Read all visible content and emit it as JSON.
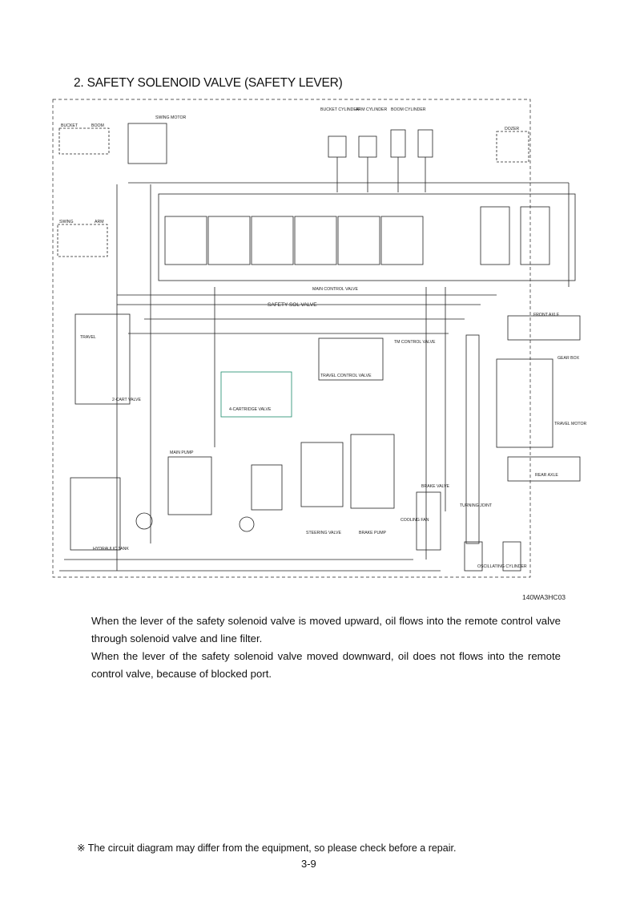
{
  "heading": {
    "number": "2.",
    "bold_part": "SAFETY SOLENOID VALVE",
    "rest": "(SAFETY LEVER)"
  },
  "diagram": {
    "figure_id": "140WA3HC03",
    "labels": {
      "bucket_cylinder": "BUCKET CYLINDER",
      "arm_cylinder": "ARM CYLINDER",
      "boom_cylinder": "BOOM CYLINDER",
      "swing_motor": "SWING MOTOR",
      "bucket": "BUCKET",
      "boom": "BOOM",
      "swing": "SWING",
      "arm": "ARM",
      "dozer": "DOZER",
      "main_control_valve": "MAIN CONTROL VALVE",
      "safety_sol_valve": "SAFETY SOL VALVE",
      "cartridge_valve": "4-CARTRIDGE VALVE",
      "travel": "TRAVEL",
      "travel_control_valve": "TRAVEL CONTROL VALVE",
      "tm_control_valve": "TM CONTROL VALVE",
      "d_cart_valve": "2-CART VALVE",
      "main_pump": "MAIN PUMP",
      "steering_valve": "STEERING VALVE",
      "brake_pump": "BRAKE PUMP",
      "cooling_fan": "COOLING FAN",
      "brake_valve": "BRAKE VALVE",
      "turning_joint": "TURNING JOINT",
      "oscillating_cylinder": "OSCILLATING CYLINDER",
      "hydraulic_tank": "HYDRAULIC TANK",
      "front_axle": "FRONT AXLE",
      "rear_axle": "REAR AXLE",
      "gear_box": "GEAR BOX",
      "travel_motor": "TRAVEL MOTOR"
    }
  },
  "paragraphs": [
    "When the lever of the safety solenoid valve is moved upward, oil flows into the remote control valve through solenoid valve and line filter.",
    "When the lever of the safety solenoid valve moved downward, oil does not flows into the remote control valve, because of blocked port."
  ],
  "footnote": "※ The circuit diagram may differ from the equipment, so please check before a repair.",
  "page_number": "3-9"
}
